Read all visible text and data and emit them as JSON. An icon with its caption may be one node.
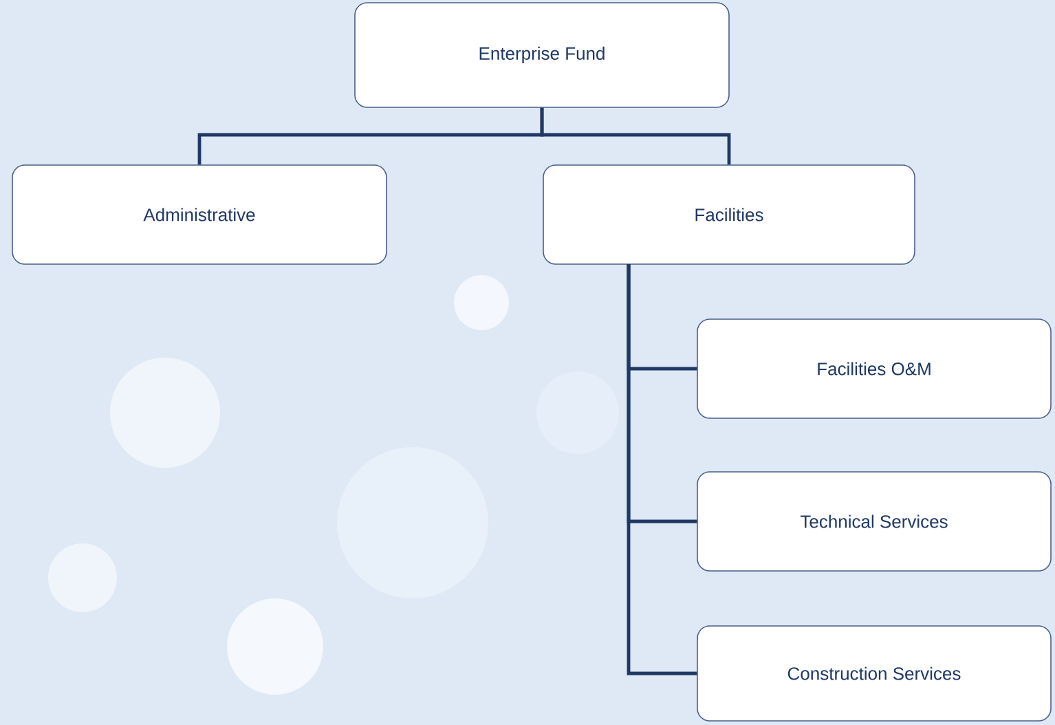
{
  "diagram": {
    "nodes": [
      {
        "text": [
          "Enterprise Fund"
        ]
      },
      {
        "text": [
          "Administrative"
        ]
      },
      {
        "text": [
          "Facilities"
        ]
      },
      {
        "text": [
          "Facilities O&M"
        ]
      },
      {
        "text": [
          "Technical Services"
        ]
      },
      {
        "text": [
          "Construction Services"
        ]
      }
    ],
    "edges": [
      {
        "from": 0,
        "to": 1,
        "arrow": "none"
      },
      {
        "from": 0,
        "to": 2,
        "arrow": "none"
      },
      {
        "from": 2,
        "to": 3,
        "arrow": "none"
      },
      {
        "from": 2,
        "to": 4,
        "arrow": "none"
      },
      {
        "from": 2,
        "to": 5,
        "arrow": "none"
      }
    ]
  }
}
